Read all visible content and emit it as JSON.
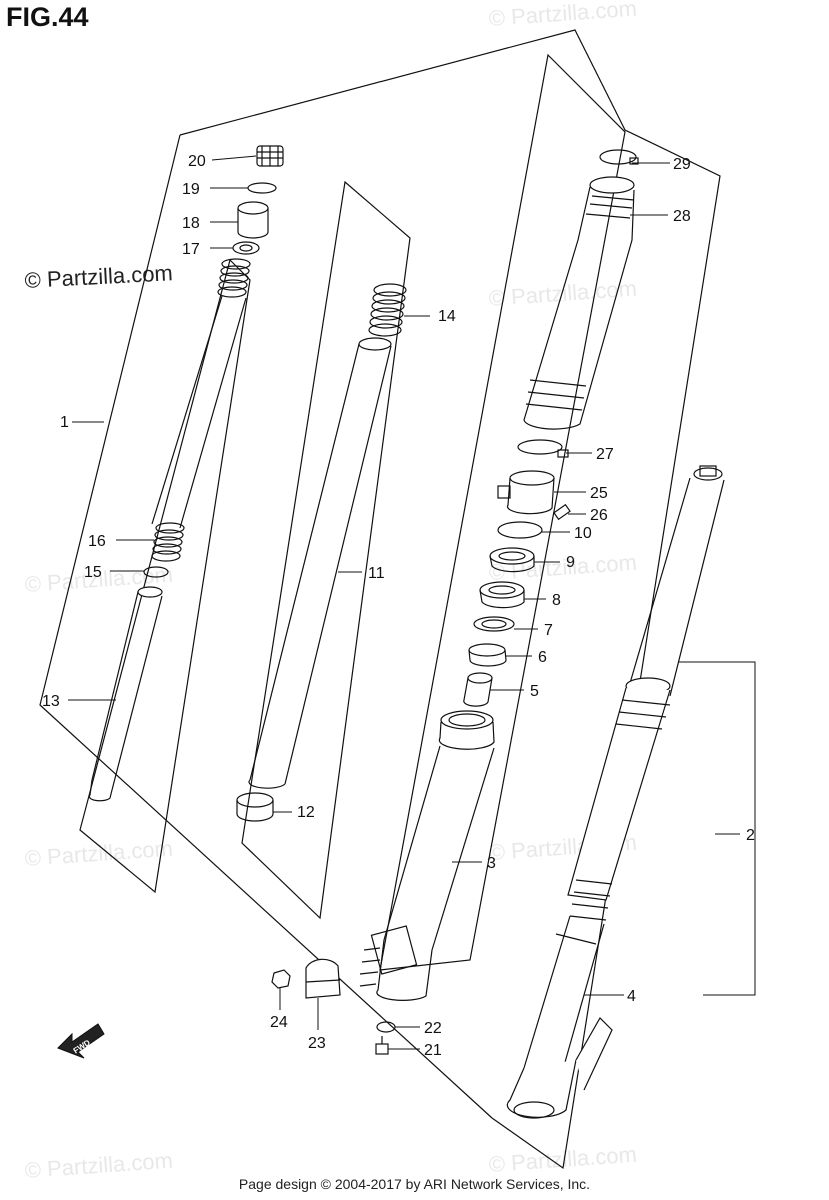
{
  "figure_title": "FIG.44",
  "copyright_label": "© Partzilla.com",
  "watermark_text": "© Partzilla.com",
  "footer_text": "Page design © 2004-2017 by ARI Network Services, Inc.",
  "fwd_label": "FWD",
  "callouts": {
    "c1": "1",
    "c2": "2",
    "c3": "3",
    "c4": "4",
    "c5": "5",
    "c6": "6",
    "c7": "7",
    "c8": "8",
    "c9": "9",
    "c10": "10",
    "c11": "11",
    "c12": "12",
    "c13": "13",
    "c14": "14",
    "c15": "15",
    "c16": "16",
    "c17": "17",
    "c18": "18",
    "c19": "19",
    "c20": "20",
    "c21": "21",
    "c22": "22",
    "c23": "23",
    "c24": "24",
    "c25": "25",
    "c26": "26",
    "c27": "27",
    "c28": "28",
    "c29": "29"
  },
  "colors": {
    "line": "#111111",
    "watermark": "#e8e8e8",
    "background": "#ffffff"
  }
}
